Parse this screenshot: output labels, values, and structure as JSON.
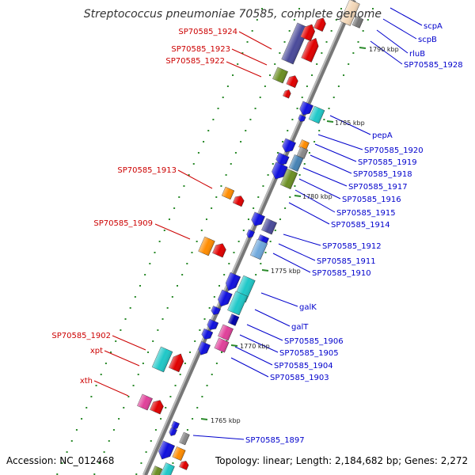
{
  "title": "Streptococcus pneumoniae 70585, complete genome",
  "footer": {
    "accession": "Accession: NC_012468",
    "topology": "Topology: linear; Length: 2,184,682 bp; Genes: 2,272"
  },
  "colors": {
    "left_labels": "#cc0000",
    "right_labels": "#0000cc",
    "backbone": "#888888",
    "tick": "#2a8a2a",
    "forward_arrow": "#e00000",
    "reverse_arrow": "#1010dd"
  },
  "scale_labels": [
    "1790 kbp",
    "1785 kbp",
    "1780 kbp",
    "1775 kbp",
    "1770 kbp",
    "1765 kbp"
  ],
  "left_gene_labels": [
    "SP70585_1924",
    "SP70585_1923",
    "SP70585_1922",
    "SP70585_1913",
    "SP70585_1909",
    "SP70585_1902",
    "xpt",
    "xth"
  ],
  "right_gene_labels": [
    "scpA",
    "scpB",
    "rluB",
    "SP70585_1928",
    "pepA",
    "SP70585_1920",
    "SP70585_1919",
    "SP70585_1918",
    "SP70585_1917",
    "SP70585_1916",
    "SP70585_1915",
    "SP70585_1914",
    "SP70585_1912",
    "SP70585_1911",
    "SP70585_1910",
    "galK",
    "galT",
    "SP70585_1906",
    "SP70585_1905",
    "SP70585_1904",
    "SP70585_1903",
    "SP70585_1897"
  ]
}
